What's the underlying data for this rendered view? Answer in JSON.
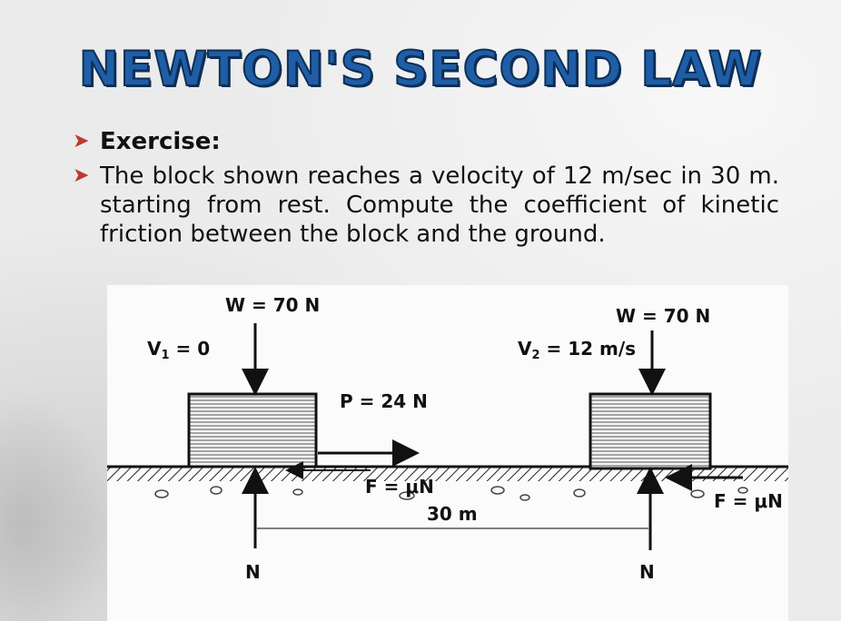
{
  "slide": {
    "title": "NEWTON'S SECOND LAW",
    "bullets": [
      {
        "text": "Exercise:"
      },
      {
        "text": "The block shown reaches a velocity of 12 m/sec in 30 m. starting from rest. Compute the coefficient of kinetic friction between the block and the ground."
      }
    ]
  },
  "figure": {
    "left_block": {
      "weight": "W = 70 N",
      "velocity_v": "V",
      "velocity_sub": "1",
      "velocity_val": "= 0",
      "push_force": "P = 24 N",
      "friction": "F = μN",
      "normal": "N"
    },
    "right_block": {
      "weight": "W = 70 N",
      "velocity_v": "V",
      "velocity_sub": "2",
      "velocity_val": "= 12 m/s",
      "friction": "F = μN",
      "normal": "N"
    },
    "distance": "30 m"
  },
  "colors": {
    "title_fill": "#1f5ea6",
    "title_outline": "#0d2f57",
    "bullet_arrow": "#c0392b"
  }
}
